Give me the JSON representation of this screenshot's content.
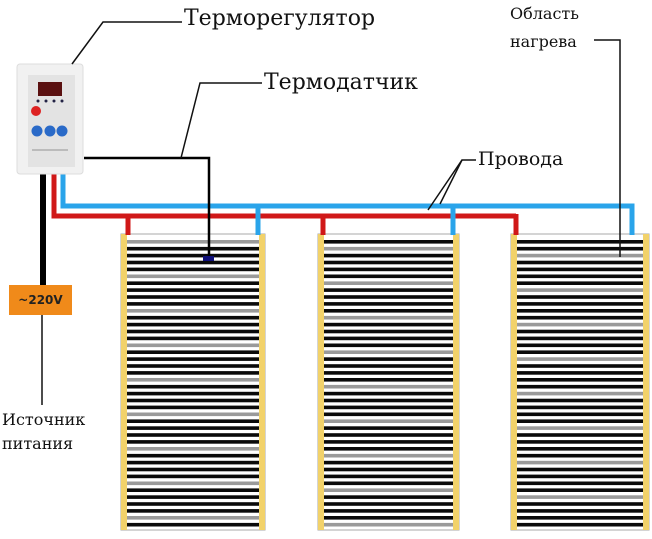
{
  "labels": {
    "thermostat": "Терморегулятор",
    "sensor": "Термодатчик",
    "wires": "Провода",
    "heat_area_line1": "Область",
    "heat_area_line2": "нагрева",
    "power_line1": "Источник",
    "power_line2": "питания",
    "voltage": "~220V"
  },
  "colors": {
    "red_wire": "#d01818",
    "blue_wire": "#2aa4ea",
    "voltage_box": "#f08a1a",
    "film_edge": "#f2d26a"
  }
}
